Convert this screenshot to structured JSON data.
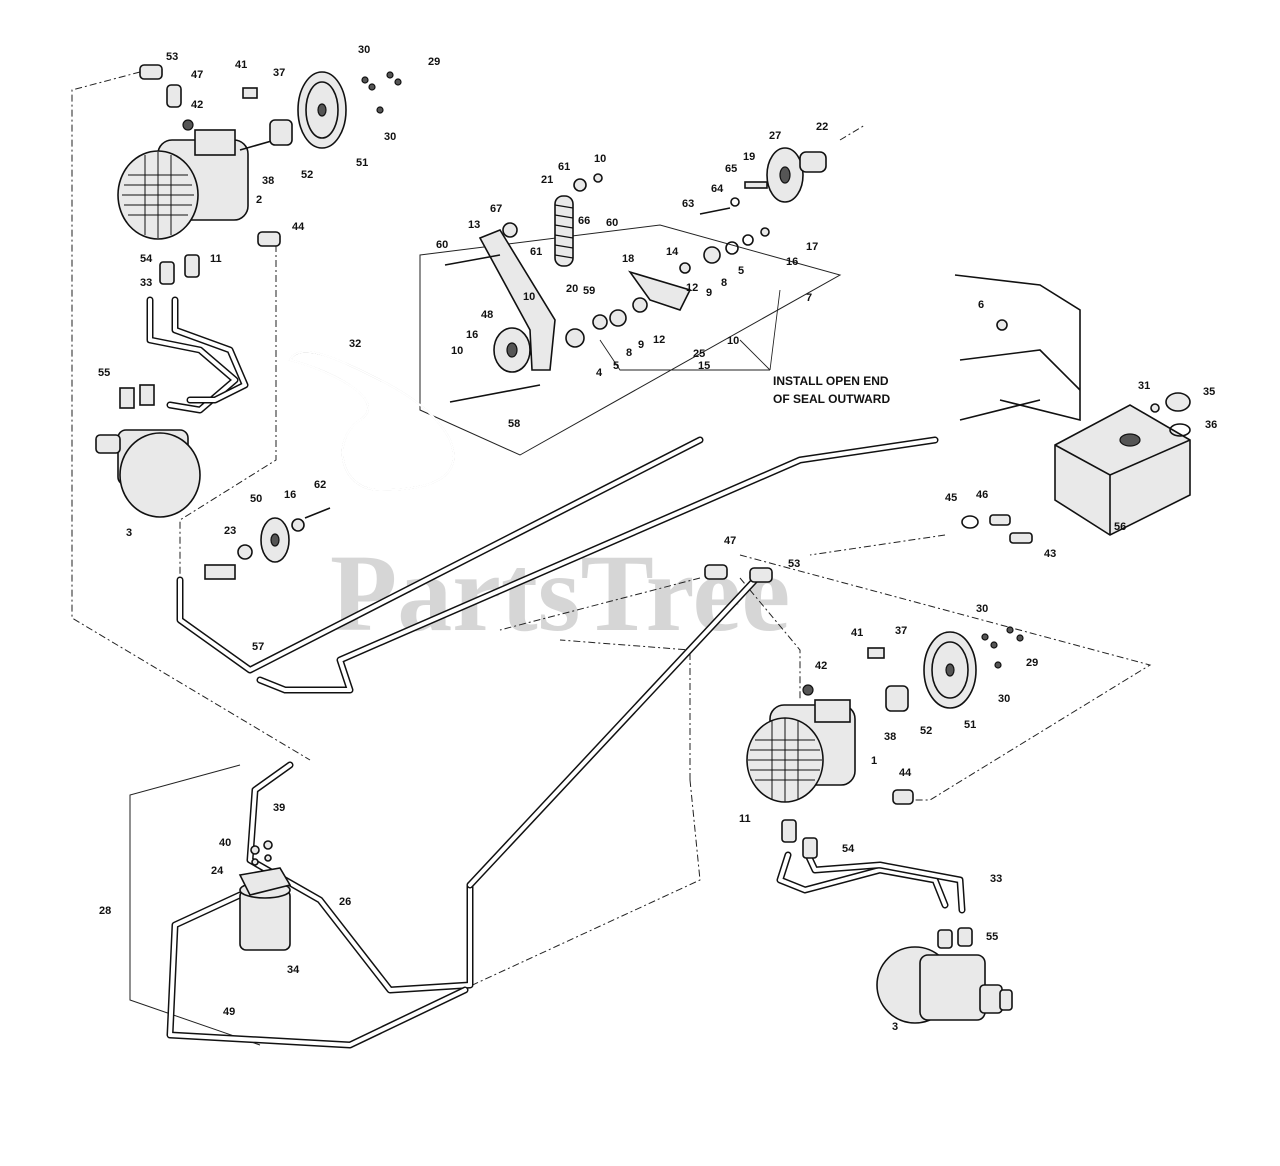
{
  "watermark": "PartsTree",
  "note_line1": "INSTALL OPEN END",
  "note_line2": "OF SEAL OUTWARD",
  "callouts": [
    {
      "id": "c53a",
      "text": "53"
    },
    {
      "id": "c47a",
      "text": "47"
    },
    {
      "id": "c42a",
      "text": "42"
    },
    {
      "id": "c41a",
      "text": "41"
    },
    {
      "id": "c37a",
      "text": "37"
    },
    {
      "id": "c30a",
      "text": "30"
    },
    {
      "id": "c29a",
      "text": "29"
    },
    {
      "id": "c30b",
      "text": "30"
    },
    {
      "id": "c51a",
      "text": "51"
    },
    {
      "id": "c52a",
      "text": "52"
    },
    {
      "id": "c38a",
      "text": "38"
    },
    {
      "id": "c2",
      "text": "2"
    },
    {
      "id": "c44a",
      "text": "44"
    },
    {
      "id": "c54a",
      "text": "54"
    },
    {
      "id": "c11a",
      "text": "11"
    },
    {
      "id": "c33a",
      "text": "33"
    },
    {
      "id": "c55a",
      "text": "55"
    },
    {
      "id": "c3a",
      "text": "3"
    },
    {
      "id": "c32",
      "text": "32"
    },
    {
      "id": "c50",
      "text": "50"
    },
    {
      "id": "c16a",
      "text": "16"
    },
    {
      "id": "c62",
      "text": "62"
    },
    {
      "id": "c23",
      "text": "23"
    },
    {
      "id": "c21",
      "text": "21"
    },
    {
      "id": "c61a",
      "text": "61"
    },
    {
      "id": "c10a",
      "text": "10"
    },
    {
      "id": "c67",
      "text": "67"
    },
    {
      "id": "c13",
      "text": "13"
    },
    {
      "id": "c66",
      "text": "66"
    },
    {
      "id": "c60a",
      "text": "60"
    },
    {
      "id": "c60b",
      "text": "60"
    },
    {
      "id": "c61b",
      "text": "61"
    },
    {
      "id": "c10b",
      "text": "10"
    },
    {
      "id": "c20",
      "text": "20"
    },
    {
      "id": "c59",
      "text": "59"
    },
    {
      "id": "c48",
      "text": "48"
    },
    {
      "id": "c16b",
      "text": "16"
    },
    {
      "id": "c10c",
      "text": "10"
    },
    {
      "id": "c4",
      "text": "4"
    },
    {
      "id": "c5a",
      "text": "5"
    },
    {
      "id": "c58",
      "text": "58"
    },
    {
      "id": "c18",
      "text": "18"
    },
    {
      "id": "c14",
      "text": "14"
    },
    {
      "id": "c12a",
      "text": "12"
    },
    {
      "id": "c9a",
      "text": "9"
    },
    {
      "id": "c8a",
      "text": "8"
    },
    {
      "id": "c5b",
      "text": "5"
    },
    {
      "id": "c16c",
      "text": "16"
    },
    {
      "id": "c17",
      "text": "17"
    },
    {
      "id": "c7",
      "text": "7"
    },
    {
      "id": "c8b",
      "text": "8"
    },
    {
      "id": "c9b",
      "text": "9"
    },
    {
      "id": "c12b",
      "text": "12"
    },
    {
      "id": "c10d",
      "text": "10"
    },
    {
      "id": "c25",
      "text": "25"
    },
    {
      "id": "c15",
      "text": "15"
    },
    {
      "id": "c27",
      "text": "27"
    },
    {
      "id": "c22",
      "text": "22"
    },
    {
      "id": "c19",
      "text": "19"
    },
    {
      "id": "c65",
      "text": "65"
    },
    {
      "id": "c64",
      "text": "64"
    },
    {
      "id": "c63",
      "text": "63"
    },
    {
      "id": "c6",
      "text": "6"
    },
    {
      "id": "c31",
      "text": "31"
    },
    {
      "id": "c35",
      "text": "35"
    },
    {
      "id": "c36",
      "text": "36"
    },
    {
      "id": "c45",
      "text": "45"
    },
    {
      "id": "c46",
      "text": "46"
    },
    {
      "id": "c43",
      "text": "43"
    },
    {
      "id": "c56",
      "text": "56"
    },
    {
      "id": "c47b",
      "text": "47"
    },
    {
      "id": "c53b",
      "text": "53"
    },
    {
      "id": "c57",
      "text": "57"
    },
    {
      "id": "c41b",
      "text": "41"
    },
    {
      "id": "c37b",
      "text": "37"
    },
    {
      "id": "c30c",
      "text": "30"
    },
    {
      "id": "c29b",
      "text": "29"
    },
    {
      "id": "c30d",
      "text": "30"
    },
    {
      "id": "c42b",
      "text": "42"
    },
    {
      "id": "c52b",
      "text": "52"
    },
    {
      "id": "c51b",
      "text": "51"
    },
    {
      "id": "c38b",
      "text": "38"
    },
    {
      "id": "c1",
      "text": "1"
    },
    {
      "id": "c44b",
      "text": "44"
    },
    {
      "id": "c11b",
      "text": "11"
    },
    {
      "id": "c54b",
      "text": "54"
    },
    {
      "id": "c33b",
      "text": "33"
    },
    {
      "id": "c55b",
      "text": "55"
    },
    {
      "id": "c3b",
      "text": "3"
    },
    {
      "id": "c28",
      "text": "28"
    },
    {
      "id": "c40",
      "text": "40"
    },
    {
      "id": "c39",
      "text": "39"
    },
    {
      "id": "c24",
      "text": "24"
    },
    {
      "id": "c26",
      "text": "26"
    },
    {
      "id": "c34",
      "text": "34"
    },
    {
      "id": "c49",
      "text": "49"
    }
  ]
}
